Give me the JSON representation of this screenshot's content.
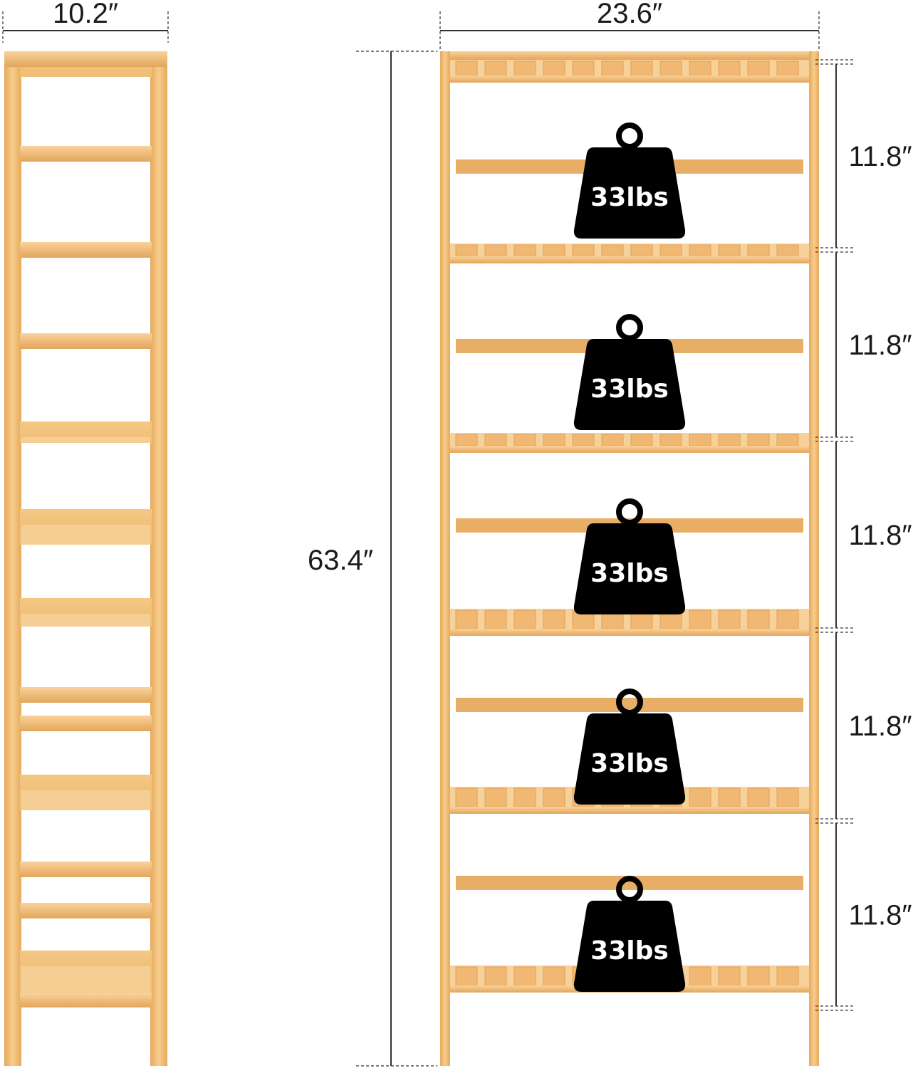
{
  "dimensions": {
    "depth": "10.2″",
    "width": "23.6″",
    "height": "63.4″",
    "tier_spacing": [
      "11.8″",
      "11.8″",
      "11.8″",
      "11.8″",
      "11.8″"
    ]
  },
  "weights": [
    {
      "label": "33lbs"
    },
    {
      "label": "33lbs"
    },
    {
      "label": "33lbs"
    },
    {
      "label": "33lbs"
    },
    {
      "label": "33lbs"
    }
  ],
  "colors": {
    "wood": "#f4c27c",
    "wood_dark": "#e0a458",
    "wood_light": "#fbd9a3",
    "weight": "#000000",
    "dim_line": "#333333"
  }
}
